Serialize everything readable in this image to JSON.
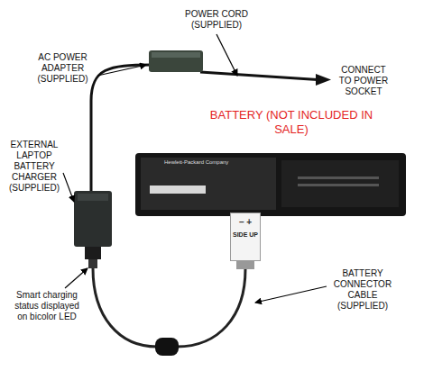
{
  "diagram": {
    "nodes": [
      {
        "text": [
          "BATTERY (NOT INCLUDED IN SALE)",
          "Hewlett-Packard Company"
        ]
      },
      {
        "text": [
          "– +",
          "SIDE UP"
        ]
      }
    ],
    "labels": [
      "POWER CORD (SUPPLIED)",
      "AC POWER ADAPTER (SUPPLIED)",
      "CONNECT TO POWER SOCKET",
      "EXTERNAL LAPTOP BATTERY CHARGER (SUPPLIED)",
      "Smart charging status displayed on bicolor LED",
      "BATTERY CONNECTOR CABLE (SUPPLIED)"
    ]
  }
}
